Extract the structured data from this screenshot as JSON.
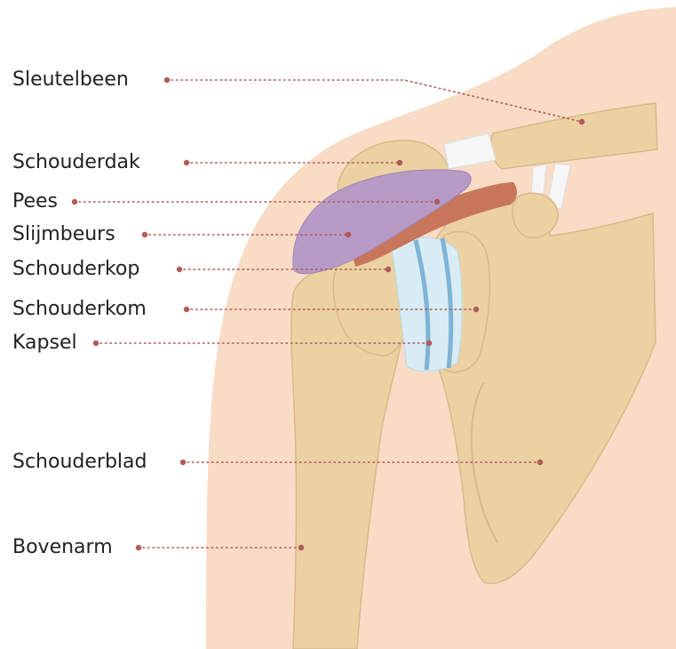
{
  "colors": {
    "skin": "#f9dcc6",
    "bone": "#ecd2a2",
    "bone_outline": "#d8b98a",
    "bursa": "#b79bc7",
    "tendon": "#c8775d",
    "capsule": "#d8ecf5",
    "capsule_band": "#7fb4d6",
    "ligament": "#f6f6f6",
    "leader": "#b05a5a"
  },
  "labels": [
    {
      "key": "clavicle",
      "text": "Sleutelbeen"
    },
    {
      "key": "acromion",
      "text": "Schouderdak"
    },
    {
      "key": "tendon",
      "text": "Pees"
    },
    {
      "key": "bursa",
      "text": "Slijmbeurs"
    },
    {
      "key": "humeral_head",
      "text": "Schouderkop"
    },
    {
      "key": "glenoid",
      "text": "Schouderkom"
    },
    {
      "key": "capsule",
      "text": "Kapsel"
    },
    {
      "key": "scapula",
      "text": "Schouderblad"
    },
    {
      "key": "humerus",
      "text": "Bovenarm"
    }
  ]
}
